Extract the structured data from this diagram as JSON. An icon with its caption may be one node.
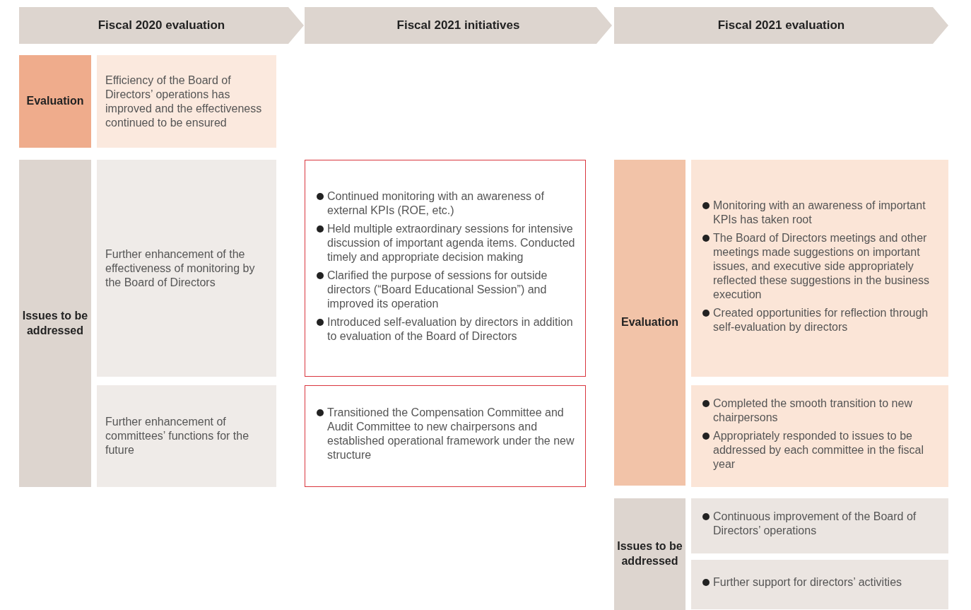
{
  "diagram": {
    "nodes": [
      {
        "text": [
          "Fiscal 2020 evaluation"
        ]
      },
      {
        "text": [
          "Fiscal 2021 initiatives"
        ]
      },
      {
        "text": [
          "Fiscal 2021 evaluation"
        ]
      },
      {
        "text": [
          "Evaluation"
        ]
      },
      {
        "text": [
          "Efficiency of the Board of Directors’ operations has improved and the effectiveness continued to be ensured"
        ]
      },
      {
        "text": [
          "Issues to be addressed"
        ]
      },
      {
        "text": [
          "Further enhancement of the effectiveness of monitoring by the Board of Directors"
        ]
      },
      {
        "text": [
          "Further enhancement of committees’ functions for the future"
        ]
      },
      {
        "text": [
          "Continued monitoring with an awareness of external KPIs (ROE, etc.)",
          "Held multiple extraordinary sessions for intensive discussion of important agenda items.  Conducted timely and appropriate decision making",
          "Clarified the purpose of sessions for outside directors (“Board Educational Session”) and improved its operation",
          "Introduced self-evaluation by directors in addition to evaluation of the Board of Directors"
        ]
      },
      {
        "text": [
          "Transitioned the Compensation Committee and Audit Committee to new chairpersons and established operational framework under the new structure"
        ]
      },
      {
        "text": [
          "Evaluation"
        ]
      },
      {
        "text": [
          "Monitoring with an awareness of important KPIs has taken root",
          "The Board of Directors meetings and other meetings made suggestions on important issues, and executive side appropriately reflected these suggestions in the business execution",
          "Created opportunities for reflection through self-evaluation by directors"
        ]
      },
      {
        "text": [
          "Completed the smooth transition to new chairpersons",
          "Appropriately responded to issues to be addressed by each committee in the fiscal year"
        ]
      },
      {
        "text": [
          "Issues to be addressed"
        ]
      },
      {
        "text": [
          "Continuous improvement of the Board of Directors’ operations"
        ]
      },
      {
        "text": [
          "Further support for directors’ activities"
        ]
      }
    ]
  }
}
